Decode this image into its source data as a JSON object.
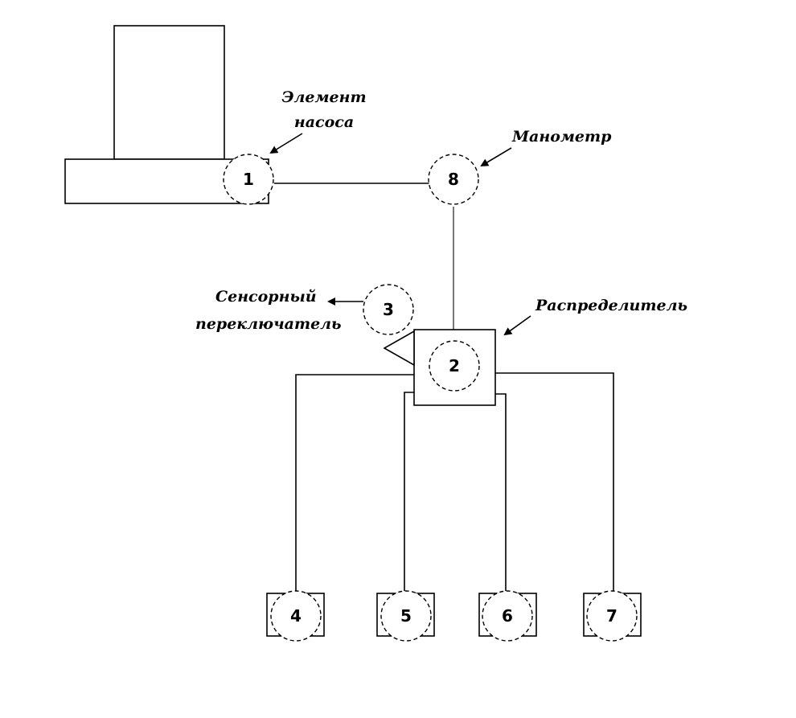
{
  "labels": {
    "pump_element_line1": "Элемент",
    "pump_element_line2": "насоса",
    "manometer": "Манометр",
    "sensor_switch_line1": "Сенсорный",
    "sensor_switch_line2": "переключатель",
    "distributor": "Распределитель"
  },
  "nodes": {
    "n1": "1",
    "n2": "2",
    "n3": "3",
    "n4": "4",
    "n5": "5",
    "n6": "6",
    "n7": "7",
    "n8": "8"
  }
}
